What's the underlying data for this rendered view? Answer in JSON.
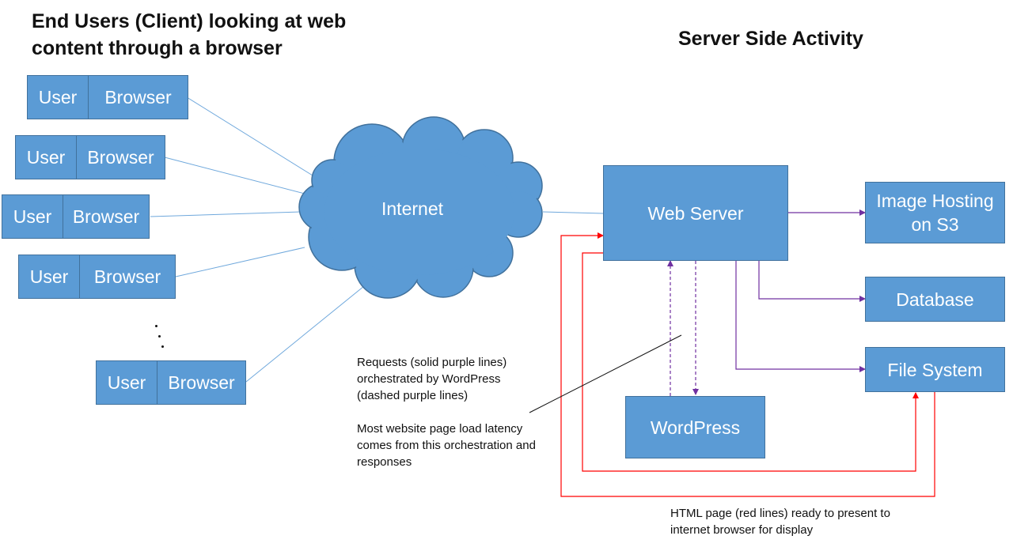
{
  "titles": {
    "clients": "End Users (Client) looking at web content through a browser",
    "server": "Server Side Activity"
  },
  "clients": [
    {
      "user": "User",
      "browser": "Browser"
    },
    {
      "user": "User",
      "browser": "Browser"
    },
    {
      "user": "User",
      "browser": "Browser"
    },
    {
      "user": "User",
      "browser": "Browser"
    },
    {
      "user": "User",
      "browser": "Browser"
    }
  ],
  "internet": "Internet",
  "nodes": {
    "web_server": "Web Server",
    "image_hosting": "Image Hosting on S3",
    "database": "Database",
    "file_system": "File System",
    "wordpress": "WordPress"
  },
  "notes": {
    "requests": "Requests (solid purple lines) orchestrated by WordPress (dashed purple lines)",
    "latency": "Most website page load latency comes from this orchestration and responses",
    "html": "HTML page (red lines) ready to present to internet browser for display"
  },
  "colors": {
    "box_fill": "#5b9bd5",
    "box_border": "#41719c",
    "client_line": "#6fa8dc",
    "request_line": "#7030a0",
    "response_line": "#ff0000"
  }
}
